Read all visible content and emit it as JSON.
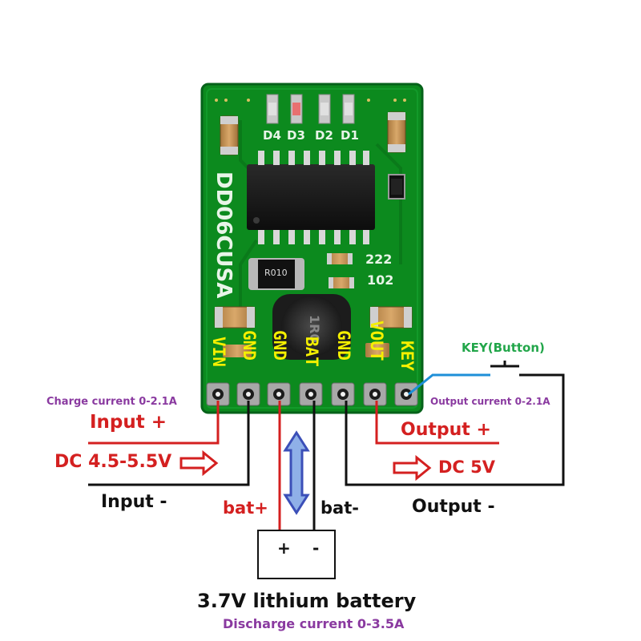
{
  "board": {
    "model": "DD06CUSA",
    "resistor_code": "R010",
    "inductor_code": "1R0",
    "cap_code_1": "222",
    "cap_code_2": "102",
    "leds": [
      "D4",
      "D3",
      "D2",
      "D1"
    ],
    "pins": [
      "VIN",
      "GND",
      "GND",
      "BAT",
      "GND",
      "VOUT",
      "KEY"
    ]
  },
  "labels": {
    "charge_current": "Charge current 0-2.1A",
    "input_plus": "Input +",
    "dc_input": "DC 4.5-5.5V",
    "input_minus": "Input -",
    "bat_plus": "bat+",
    "bat_minus": "bat-",
    "key_button": "KEY(Button)",
    "output_current": "Output current 0-2.1A",
    "output_plus": "Output +",
    "dc_output": "DC 5V",
    "output_minus": "Output -",
    "battery_plus": "+",
    "battery_minus": "-",
    "battery_title": "3.7V lithium battery",
    "discharge_current": "Discharge current  0-3.5A"
  },
  "colors": {
    "pcb": "#0c8a1e",
    "pcb_dark": "#06621a",
    "silk": "#e8f5e8",
    "pin_label": "#f5f000",
    "red_wire": "#d42020",
    "black_wire": "#111111",
    "blue_wire": "#1e8fd8",
    "key_green": "#22a64a",
    "purple_label": "#8a3aa0",
    "arrow_blue": "#3b4fb8"
  },
  "icons": {
    "input_arrow": "arrow-right-icon",
    "output_arrow": "arrow-right-icon",
    "bidirectional_arrow": "double-arrow-vertical-icon",
    "button": "push-button-icon"
  }
}
